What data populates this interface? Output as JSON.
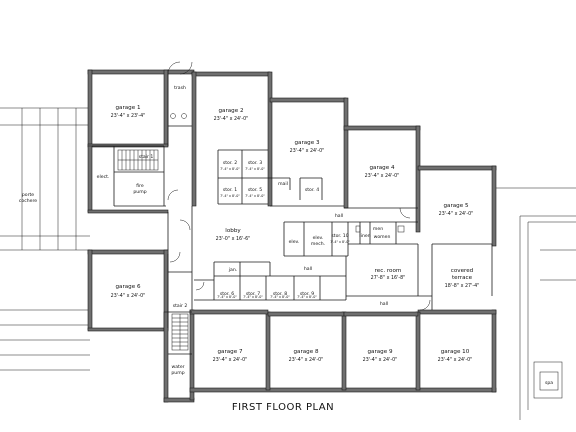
{
  "title": "FIRST FLOOR PLAN",
  "rooms": {
    "garage1": {
      "label": "garage 1",
      "dims": "23'-4\" x 23'-4\""
    },
    "trash": {
      "label": "trash"
    },
    "garage2": {
      "label": "garage 2",
      "dims": "23'-4\" x 24'-0\""
    },
    "garage3": {
      "label": "garage 3",
      "dims": "23'-4\" x 24'-0\""
    },
    "garage4": {
      "label": "garage 4",
      "dims": "23'-4\" x 24'-0\""
    },
    "garage5": {
      "label": "garage 5",
      "dims": "23'-4\" x 24'-0\""
    },
    "garage6": {
      "label": "garage 6",
      "dims": "23'-4\" x 24'-0\""
    },
    "garage7": {
      "label": "garage 7",
      "dims": "23'-4\" x 24'-0\""
    },
    "garage8": {
      "label": "garage 8",
      "dims": "23'-4\" x 24'-0\""
    },
    "garage9": {
      "label": "garage 9",
      "dims": "23'-4\" x 24'-0\""
    },
    "garage10": {
      "label": "garage 10",
      "dims": "23'-4\" x 24'-0\""
    },
    "stair1": {
      "label": "stair 1"
    },
    "stair2": {
      "label": "stair 2"
    },
    "elect": {
      "label": "elect."
    },
    "firePump": {
      "label1": "fire",
      "label2": "pump"
    },
    "waterPump": {
      "label1": "water",
      "label2": "pump"
    },
    "porteCochere": {
      "label1": "porte",
      "label2": "cochere"
    },
    "lobby": {
      "label": "lobby",
      "dims": "23'-0\" x 16'-6\""
    },
    "stor1": {
      "label": "stor. 1",
      "dims": "7'-4\" x 8'-0\""
    },
    "stor2": {
      "label": "stor. 2",
      "dims": "7'-4\" x 8'-0\""
    },
    "stor3": {
      "label": "stor. 3",
      "dims": "7'-4\" x 8'-0\""
    },
    "stor4": {
      "label": "stor. 4"
    },
    "stor5": {
      "label": "stor. 5",
      "dims": "7'-4\" x 8'-0\""
    },
    "stor6": {
      "label": "stor. 6",
      "dims": "7'-4\" x 8'-0\""
    },
    "stor7": {
      "label": "stor. 7",
      "dims": "7'-4\" x 8'-0\""
    },
    "stor8": {
      "label": "stor. 8",
      "dims": "7'-4\" x 8'-0\""
    },
    "stor9": {
      "label": "stor. 9",
      "dims": "7'-4\" x 8'-0\""
    },
    "stor10": {
      "label": "stor. 10",
      "dims": "7'-4\" x 8'-0\""
    },
    "mail": {
      "label": "mail"
    },
    "elev": {
      "label": "elev."
    },
    "elevMech": {
      "label1": "elev.",
      "label2": "mech."
    },
    "linen": {
      "label": "linen"
    },
    "men": {
      "label": "men"
    },
    "women": {
      "label": "women"
    },
    "jan": {
      "label": "jan."
    },
    "recRoom": {
      "label": "rec. room",
      "dims": "27'-8\" x 16'-8\""
    },
    "coveredTerrace": {
      "label1": "covered",
      "label2": "terrace",
      "dims": "18'-8\" x 27'-4\""
    },
    "hall1": {
      "label": "hall"
    },
    "hall2": {
      "label": "hall"
    },
    "hall3": {
      "label": "hall"
    },
    "spa": {
      "label": "spa"
    }
  }
}
